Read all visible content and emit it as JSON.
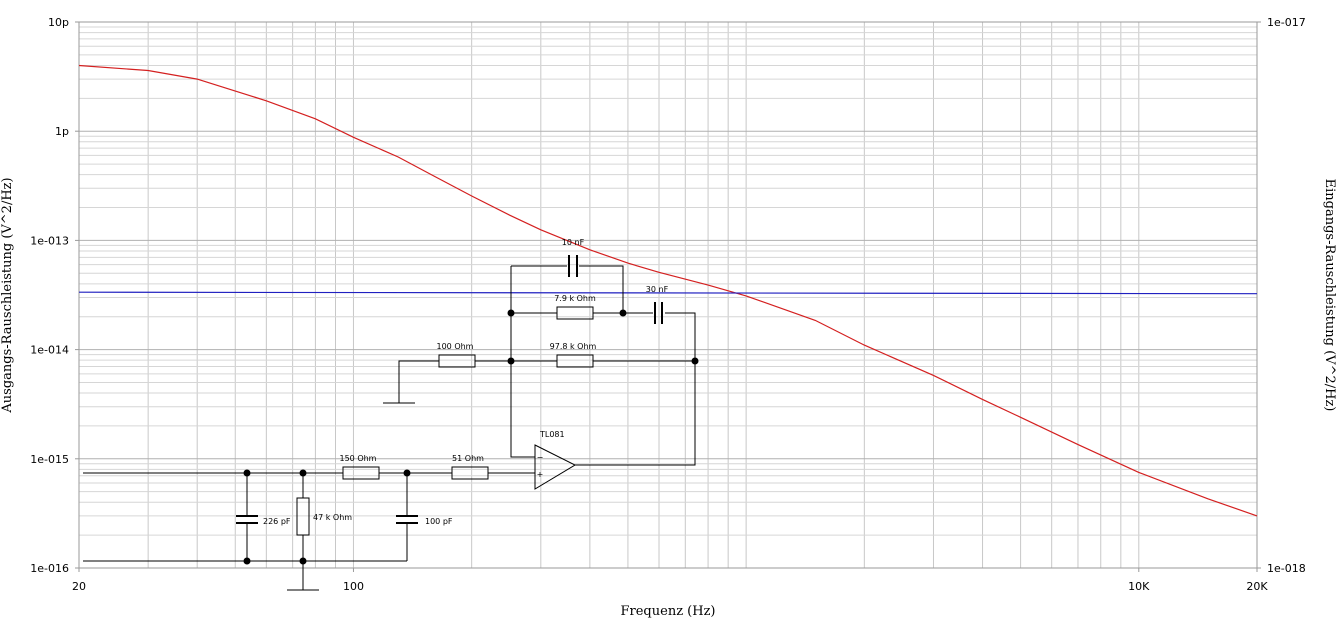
{
  "chart_data": {
    "type": "line",
    "title": "",
    "xlabel": "Frequenz (Hz)",
    "ylabel_left": "Ausgangs-Rauschleistung (V^2/Hz)",
    "ylabel_right": "Eingangs-Rauschleistung (V^2/Hz)",
    "x_scale": "log",
    "xlim": [
      20,
      20000
    ],
    "x_ticks": [
      {
        "value": 20,
        "label": "20"
      },
      {
        "value": 100,
        "label": "100"
      },
      {
        "value": 10000,
        "label": "10K"
      },
      {
        "value": 20000,
        "label": "20K"
      }
    ],
    "y_left_scale": "log",
    "y_left_lim": [
      1e-16,
      1e-11
    ],
    "y_left_ticks": [
      {
        "value": 1e-11,
        "label": "10p"
      },
      {
        "value": 1e-12,
        "label": "1p"
      },
      {
        "value": 1e-13,
        "label": "1e-013"
      },
      {
        "value": 1e-14,
        "label": "1e-014"
      },
      {
        "value": 1e-15,
        "label": "1e-015"
      },
      {
        "value": 1e-16,
        "label": "1e-016"
      }
    ],
    "y_right_scale": "log",
    "y_right_lim": [
      1e-18,
      1e-17
    ],
    "y_right_ticks": [
      {
        "value": 1e-17,
        "label": "1e-017"
      },
      {
        "value": 1e-18,
        "label": "1e-018"
      }
    ],
    "grid": true,
    "series": [
      {
        "axis": "left",
        "color": "#d42020",
        "x": [
          20,
          30,
          40,
          60,
          80,
          100,
          130,
          160,
          200,
          250,
          300,
          400,
          500,
          600,
          800,
          1000,
          1500,
          2000,
          3000,
          4000,
          5000,
          7000,
          10000,
          15000,
          20000
        ],
        "y": [
          4e-12,
          3.6e-12,
          3e-12,
          1.9e-12,
          1.3e-12,
          8.8e-13,
          5.8e-13,
          3.9e-13,
          2.55e-13,
          1.7e-13,
          1.25e-13,
          8.2e-14,
          6.2e-14,
          5.1e-14,
          3.9e-14,
          3.1e-14,
          1.85e-14,
          1.1e-14,
          5.8e-15,
          3.5e-15,
          2.4e-15,
          1.35e-15,
          7.5e-16,
          4.3e-16,
          3e-16
        ]
      },
      {
        "axis": "right",
        "color": "#2020c0",
        "x": [
          20,
          20000
        ],
        "y": [
          3.2e-18,
          3.18e-18
        ]
      }
    ]
  },
  "schematic": {
    "components": [
      {
        "id": "c-10nf",
        "label": "10 nF"
      },
      {
        "id": "r-7k9",
        "label": "7.9 k Ohm"
      },
      {
        "id": "c-30nf",
        "label": "30 nF"
      },
      {
        "id": "r-100",
        "label": "100  Ohm"
      },
      {
        "id": "r-97k8",
        "label": "97.8 k Ohm"
      },
      {
        "id": "opamp",
        "label": "TL081"
      },
      {
        "id": "r-150",
        "label": "150  Ohm"
      },
      {
        "id": "r-51",
        "label": "51  Ohm"
      },
      {
        "id": "c-226pf",
        "label": "226 pF"
      },
      {
        "id": "r-47k",
        "label": "47 k Ohm"
      },
      {
        "id": "c-100pf",
        "label": "100 pF"
      }
    ],
    "opamp_minus": "−",
    "opamp_plus": "+"
  }
}
